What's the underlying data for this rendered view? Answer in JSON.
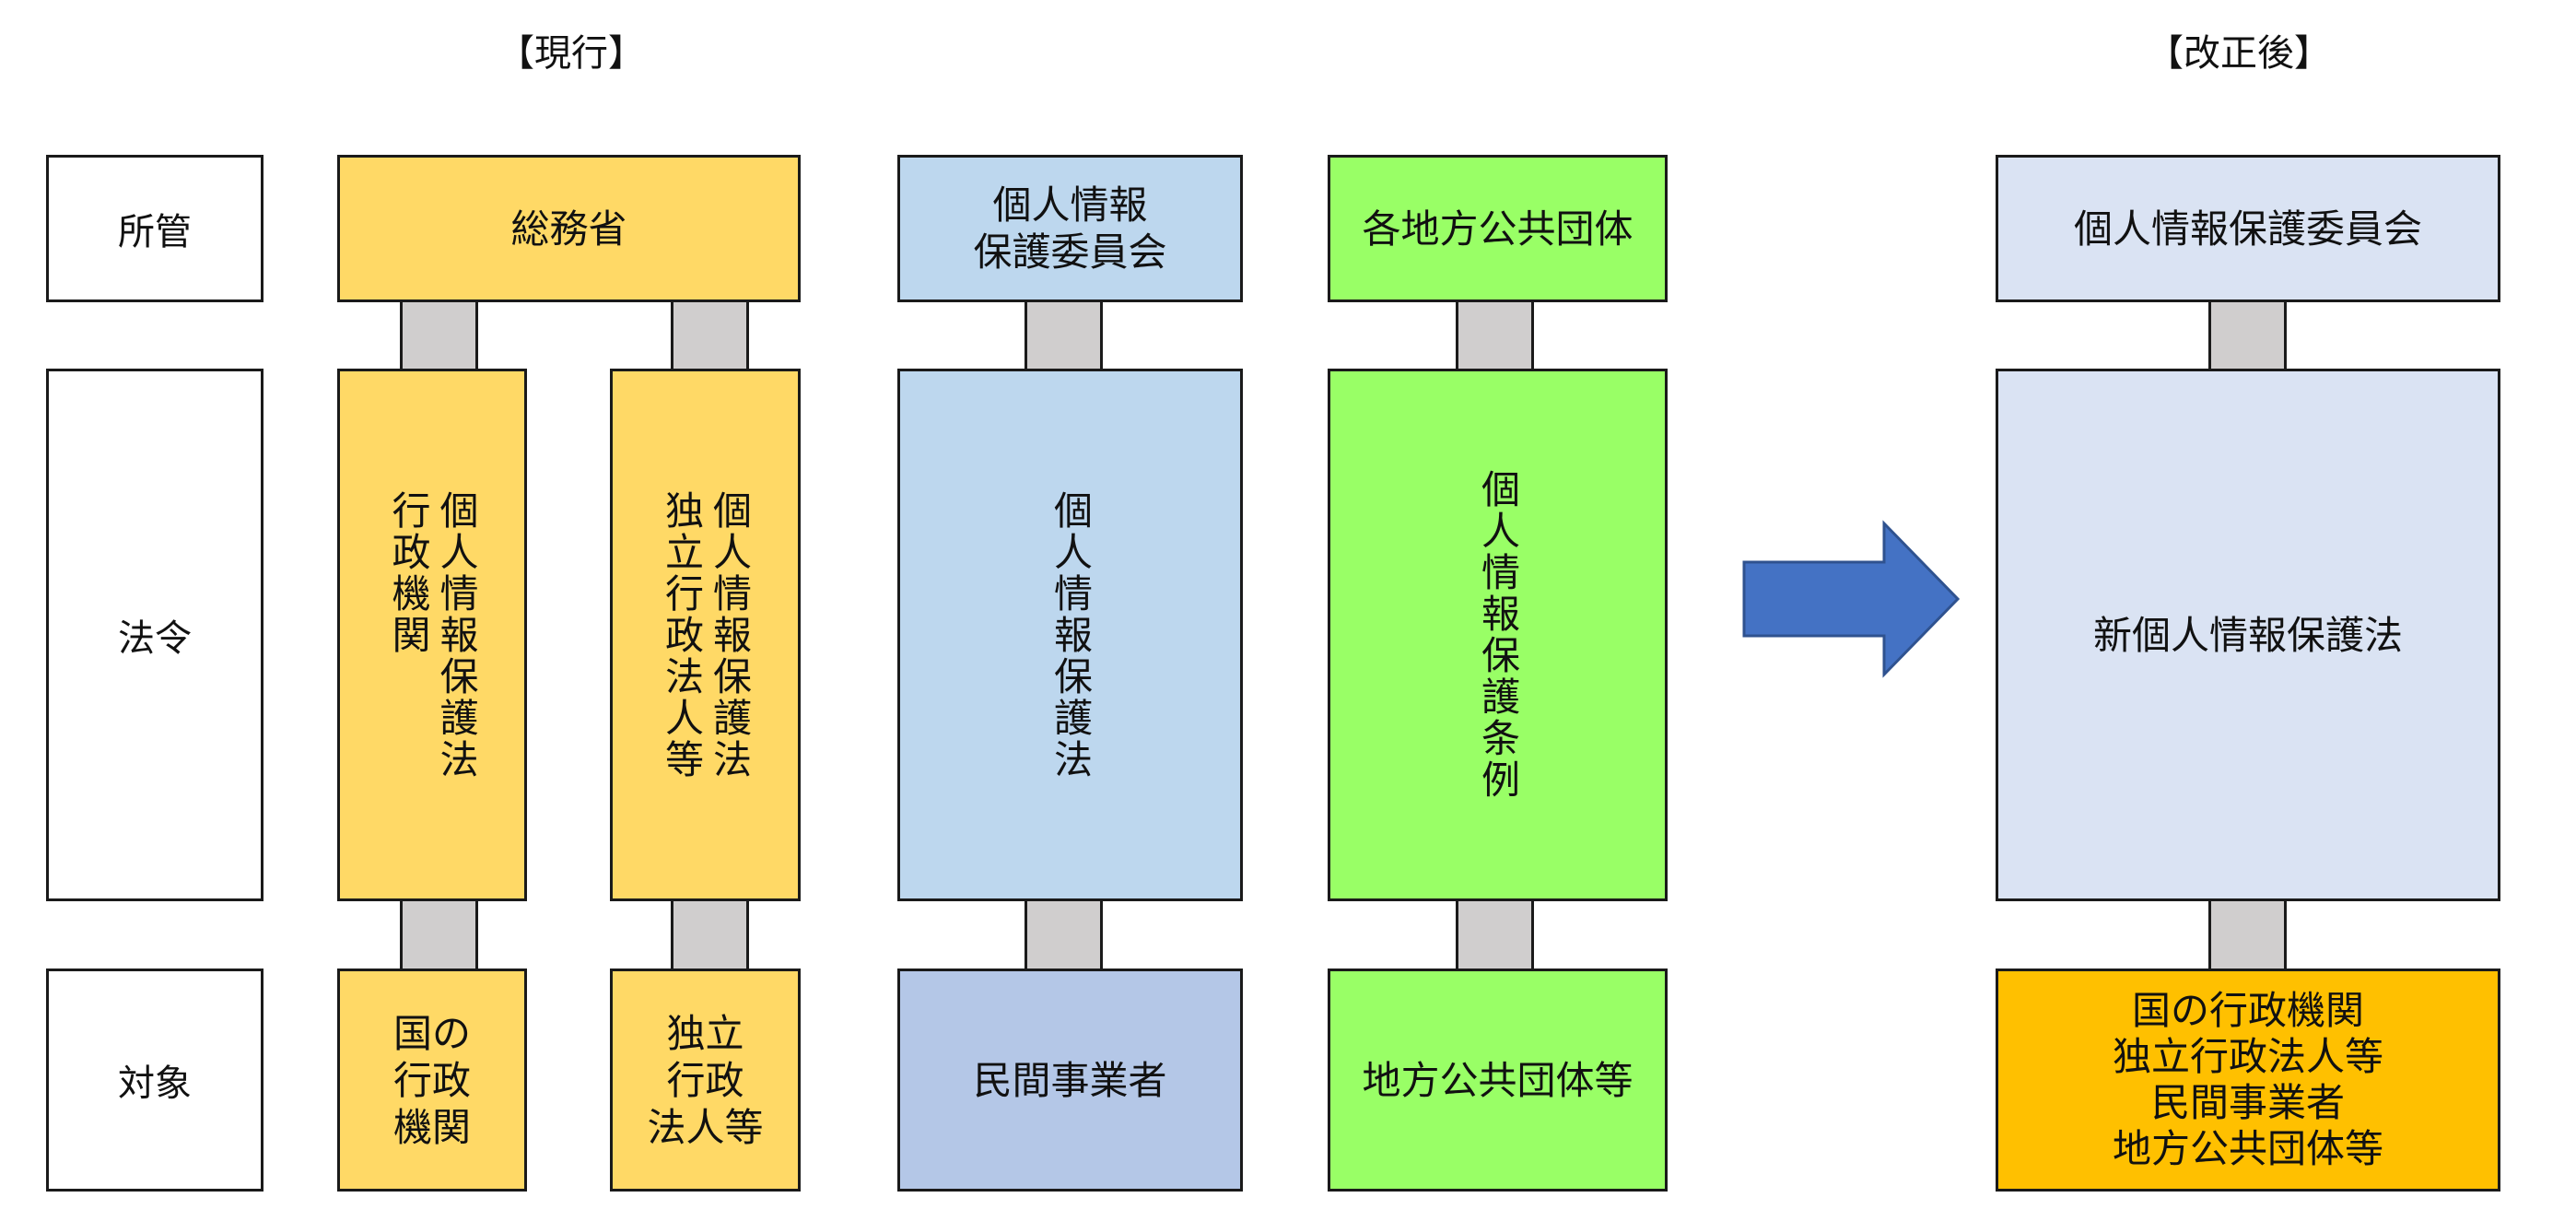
{
  "headers": {
    "current": "【現行】",
    "revised": "【改正後】"
  },
  "rows": {
    "jurisdiction": "所管",
    "law": "法令",
    "target": "対象"
  },
  "current": {
    "soumu": {
      "org": "総務省",
      "law_admin": "個人情報保護法\n行政機関",
      "law_iai": "個人情報保護法\n独立行政法人等",
      "target_admin": "国の\n行政\n機関",
      "target_iai": "独立\n行政\n法人等"
    },
    "ppc": {
      "org": "個人情報\n保護委員会",
      "law": "個人情報保護法",
      "target": "民間事業者"
    },
    "local": {
      "org": "各地方公共団体",
      "law": "個人情報保護条例",
      "target": "地方公共団体等"
    }
  },
  "revised": {
    "org": "個人情報保護委員会",
    "law": "新個人情報保護法",
    "target": "国の行政機関\n独立行政法人等\n民間事業者\n地方公共団体等"
  },
  "colors": {
    "soumu": "#ffd966",
    "ppc": "#bdd7ee",
    "ppc_target": "#b4c7e7",
    "local": "#99ff66",
    "revised": "#dae3f3",
    "revised_target": "#ffc000",
    "connector": "#d0cece",
    "arrow": "#4472c4"
  }
}
